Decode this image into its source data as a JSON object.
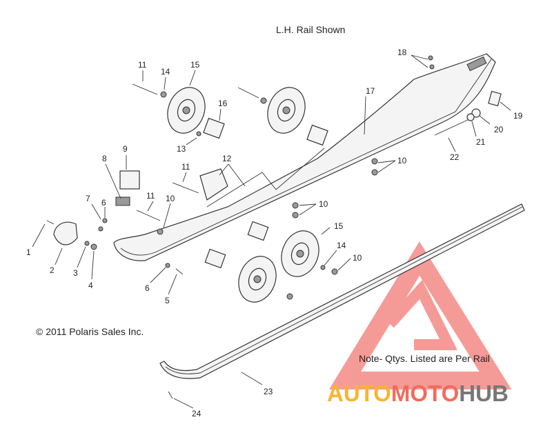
{
  "header": {
    "caption": "L.H. Rail Shown"
  },
  "footer": {
    "copyright": "© 2011 Polaris Sales Inc.",
    "note": "Note- Qtys. Listed are Per Rail"
  },
  "watermark": {
    "auto": "AUTO",
    "moto": "MOTO",
    "hub": "HUB",
    "colors": {
      "auto": "#f7b531",
      "moto": "#f26b5b",
      "hub": "#777777",
      "logo": "#f48a86"
    }
  },
  "callouts": {
    "c1": "1",
    "c2": "2",
    "c3": "3",
    "c4": "4",
    "c5": "5",
    "c6a": "6",
    "c6b": "6",
    "c7": "7",
    "c8": "8",
    "c9": "9",
    "c10a": "10",
    "c10b": "10",
    "c10c": "10",
    "c10d": "10",
    "c11a": "11",
    "c11b": "11",
    "c11c": "11",
    "c12": "12",
    "c13": "13",
    "c14a": "14",
    "c14b": "14",
    "c15a": "15",
    "c15b": "15",
    "c16": "16",
    "c17": "17",
    "c18": "18",
    "c19": "19",
    "c20": "20",
    "c21": "21",
    "c22": "22",
    "c23": "23",
    "c24": "24"
  }
}
